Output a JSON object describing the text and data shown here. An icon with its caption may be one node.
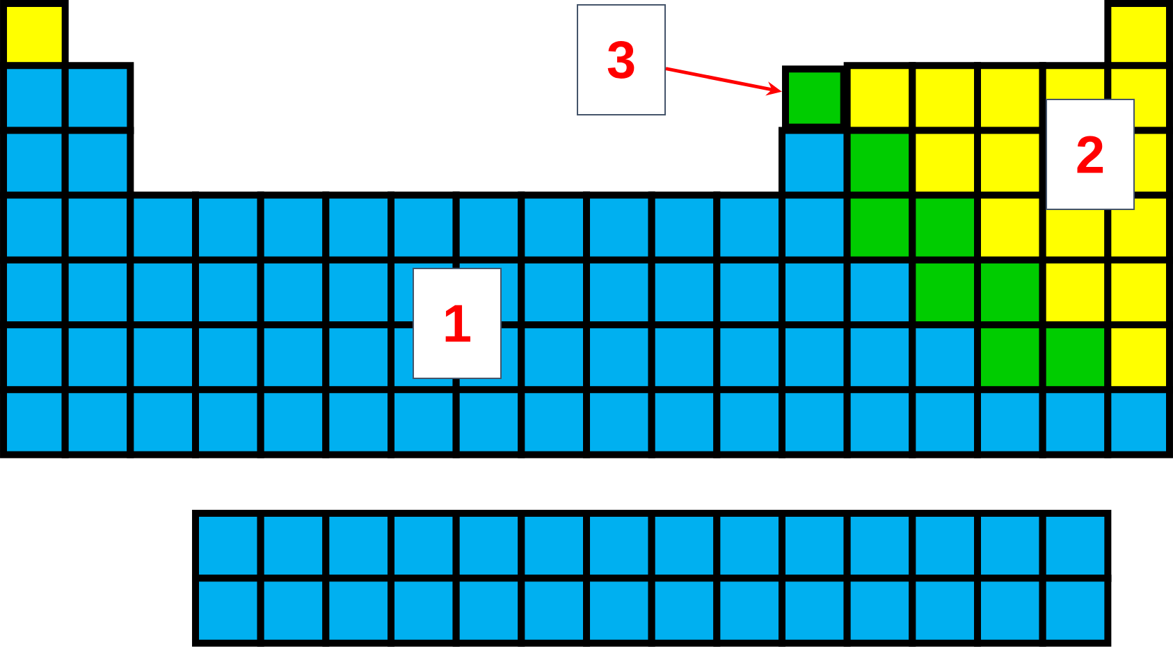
{
  "diagram": {
    "nodes": [
      {
        "text": [
          "1"
        ]
      },
      {
        "text": [
          "2"
        ]
      },
      {
        "text": [
          "3"
        ]
      },
      {
        "text": [],
        "shape": "box"
      }
    ],
    "edges": [
      {
        "from": 2,
        "to": 3,
        "arrow": "to",
        "color": "#ff0000"
      }
    ]
  }
}
